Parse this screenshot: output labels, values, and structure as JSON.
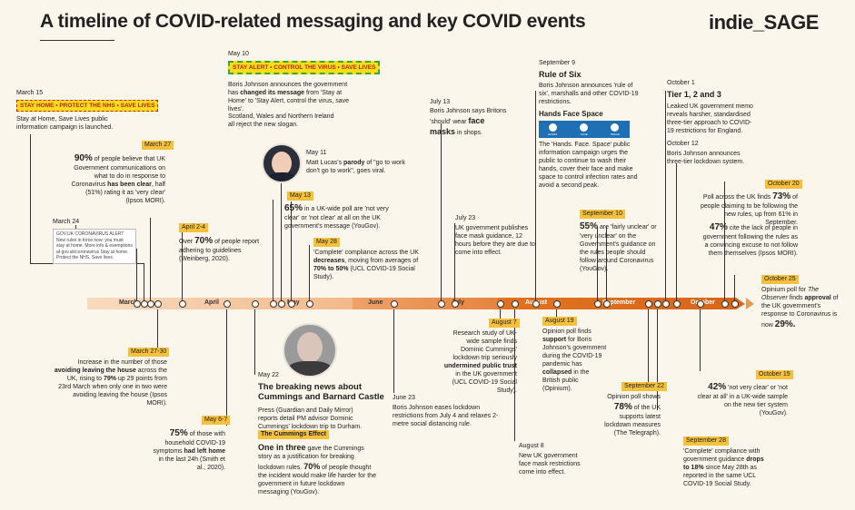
{
  "header": {
    "title": "A timeline of COVID-related messaging and key COVID events",
    "brand": "indie_SAGE"
  },
  "months": [
    "March",
    "April",
    "May",
    "June",
    "July",
    "August",
    "September",
    "October"
  ],
  "colors": {
    "accent": "#f5c13c",
    "sticker_bg": "#f6de16",
    "sticker_red": "#c6262b",
    "sticker_green": "#3ea43e",
    "hfs_blue": "#1e6fb3",
    "timeline_light": "#f5c9a3",
    "timeline_dark": "#e07020"
  },
  "events": {
    "mar15": {
      "date": "March 15",
      "sticker": "STAY HOME • PROTECT THE NHS • SAVE LIVES",
      "text": "Stay at Home, Save Lives public information campaign is launched."
    },
    "mar24": {
      "date": "March 24",
      "note": "GOV.UK CORONAVIRUS ALERT New rules in force now: you must stay at home. More info & exemptions at gov.uk/coronavirus Stay at home. Protect the NHS. Save lives."
    },
    "mar27": {
      "date": "March 27",
      "big": "90%",
      "t1": " of people believe that UK Government communications on what to do in response to Coronavirus ",
      "b1": "has been clear",
      "t2": ", half (51%) rating it as 'very clear' (Ipsos MORI)."
    },
    "apr2": {
      "date": "April 2-4",
      "t1": "Over ",
      "big": "70%",
      "t2": " of people report adhering to guidelines (Weinberg, 2020)."
    },
    "mar27b": {
      "date": "March 27-30",
      "t1": "Increase in the number of those ",
      "b1": "avoiding leaving the house",
      "t2": " across the UK, rising to ",
      "b2": "79%",
      "t3": " up 29 points from 23rd March when only one in two were avoiding leaving the house (Ipsos MORI)."
    },
    "may6": {
      "date": "May 6-7",
      "big": "75%",
      "t1": " of those with household COVID-19 symptoms ",
      "b1": "had left home",
      "t2": " in the last 24h (Smith et al., 2020)."
    },
    "may10": {
      "date": "May 10",
      "sticker": "STAY ALERT • CONTROL THE VIRUS • SAVE LIVES",
      "t1": "Boris Johnson announces the government has ",
      "b1": "changed its message",
      "t2": " from 'Stay at Home' to 'Stay Alert, control the virus, save lives'.",
      "t3": "Scotland, Wales and Northern Ireland all reject the new slogan."
    },
    "may11": {
      "date": "May 11",
      "t1": "Matt Lucas's ",
      "b1": "parody",
      "t2": " of \"go to work don't go to work\", goes viral."
    },
    "may13": {
      "date": "May 13",
      "big": "65%",
      "t1": " in a UK-wide poll are 'not very clear' or 'not clear' at all on the UK government's message (YouGov)."
    },
    "may28": {
      "date": "May 28",
      "t1": "'Complete' compliance across the UK ",
      "b1": "decreases",
      "t2": ", moving from averages of ",
      "b2": "70% to 50%",
      "t3": " (UCL COVID-19 Social Study)."
    },
    "may22": {
      "date": "May 22",
      "headline": "The breaking news about Cummings and Barnard Castle",
      "t1": "Press (Guardian and Daily Mirror) reports detail PM advisor Dominic Cummings' lockdown trip to Durham.",
      "tag": "The Cummings Effect",
      "b1": "One in three",
      "t2": " gave the Cummings story as a justification for breaking lockdown rules. ",
      "b2": "70%",
      "t3": " of people thought the incident would make life harder for the government in future lockdown messaging (YouGov)."
    },
    "jun23": {
      "date": "June 23",
      "text": "Boris Johnson eases lockdown restrictions from July 4 and relaxes 2-metre social distancing rule."
    },
    "jul13": {
      "date": "July 13",
      "t1": "Boris Johnson says Britons 'should' wear ",
      "b1": "face masks",
      "t2": " in shops."
    },
    "jul23": {
      "date": "July 23",
      "text": "UK government publishes face mask guidance, 12 hours before they are due to come into effect."
    },
    "aug7": {
      "date": "August 7",
      "t1": "Research study of UK-wide sample finds Dominic Cummings' lockdown trip seriously ",
      "b1": "undermined public trust",
      "t2": " in the UK government (UCL COVID-19 Social Study)."
    },
    "aug8": {
      "date": "August 8",
      "text": "New UK government face mask restrictions come into effect."
    },
    "aug19": {
      "date": "August 19",
      "t1": "Opinion poll finds ",
      "b1": "support",
      "t2": " for Boris Johnson's government during the COVID-19 pandemic has ",
      "b2": "collapsed",
      "t3": " in the British public (Opinium)."
    },
    "sep9": {
      "date": "September 9",
      "heading": "Rule of Six",
      "text": "Boris Johnson announces 'rule of six', marshalls and other COVID-19 restrictions.",
      "heading2": "Hands Face Space",
      "hfs_labels": [
        "HANDS",
        "FACE",
        "SPACE"
      ],
      "text2": "The 'Hands. Face. Space' public information campaign urges the public to continue to wash their hands, cover their face and make space to control infection rates and avoid a second peak."
    },
    "sep10": {
      "date": "September 10",
      "big": "55%",
      "t1": " are 'fairly unclear' or 'very unclear' on the Government's guidance on the rules people should follow around Coronavirus (YouGov)."
    },
    "sep22": {
      "date": "September 22",
      "t1": "Opinion poll shows ",
      "big": "78%",
      "t2": " of the UK supports latest lockdown measures (The Telegraph)."
    },
    "sep28": {
      "date": "September 28",
      "t1": "'Complete' compliance with government guidance ",
      "b1": "drops to 18%",
      "t2": " since May 28th as reported in the same UCL COVID-19 Social Study."
    },
    "oct1": {
      "date": "October 1",
      "heading": "Tier 1, 2 and 3",
      "text": "Leaked UK government memo reveals harsher, standardised three-tier approach to COVID-19 restrictions for England."
    },
    "oct12": {
      "date": "October 12",
      "text": "Boris Johnson announces three-tier lockdown system."
    },
    "oct20": {
      "date": "October 20",
      "t1": "Poll across the UK finds ",
      "big": "73%",
      "t2": " of people claiming to be following the new rules, up from 61% in September.",
      "big2": "47%",
      "t3": " cite the lack of people in government following the rules as a convincing excuse to not follow them themselves (Ipsos MORI)."
    },
    "oct25": {
      "date": "October 25",
      "t1": "Opinium poll for ",
      "i1": "The Observer",
      "t2": " finds ",
      "b1": "approval",
      "t3": " of the UK government's response to Coronavirus is now ",
      "big": "29%."
    },
    "oct15": {
      "date": "October 15",
      "big": "42%",
      "t1": " 'not very clear' or 'not clear at all' in a UK-wide sample on the new tier system (YouGov)."
    }
  }
}
